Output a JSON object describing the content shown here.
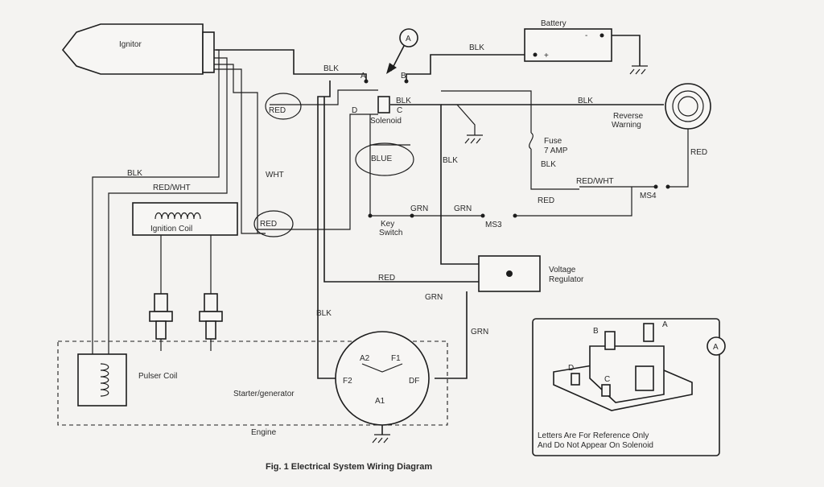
{
  "diagram": {
    "caption": "Fig. 1  Electrical System Wiring Diagram",
    "components": {
      "ignitor": "Ignitor",
      "battery": "Battery",
      "battery_neg": "-",
      "battery_pos": "+",
      "solenoid": "Solenoid",
      "reverse_warning_1": "Reverse",
      "reverse_warning_2": "Warning",
      "fuse_1": "Fuse",
      "fuse_2": "7 AMP",
      "ignition_coil": "Ignition Coil",
      "key_switch_1": "Key",
      "key_switch_2": "Switch",
      "ms3": "MS3",
      "ms4": "MS4",
      "voltage_regulator_1": "Voltage",
      "voltage_regulator_2": "Regulator",
      "pulser_coil": "Pulser Coil",
      "starter_generator": "Starter/generator",
      "engine": "Engine"
    },
    "terminals": {
      "a": "A",
      "b": "B",
      "c": "C",
      "d": "D",
      "a2": "A2",
      "f1": "F1",
      "f2": "F2",
      "df": "DF",
      "a1": "A1"
    },
    "callout_letter": "A",
    "wires": {
      "blk": "BLK",
      "red": "RED",
      "wht": "WHT",
      "red_wht": "RED/WHT",
      "blue": "BLUE",
      "grn": "GRN"
    },
    "inset": {
      "callout": "A",
      "note_1": "Letters Are For Reference Only",
      "note_2": "And Do Not Appear On Solenoid",
      "a": "A",
      "b": "B",
      "c": "C",
      "d": "D"
    }
  }
}
